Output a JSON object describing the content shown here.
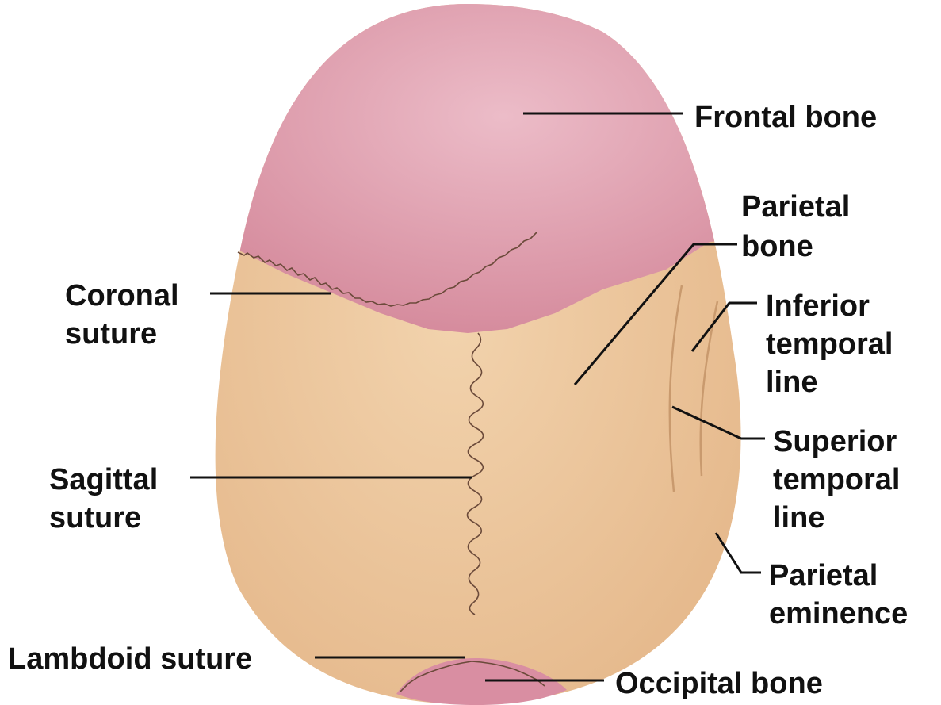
{
  "labels": {
    "frontal_bone": "Frontal bone",
    "parietal_bone": [
      "Parietal",
      "bone"
    ],
    "coronal_suture": [
      "Coronal",
      "suture"
    ],
    "inferior_temporal_line": [
      "Inferior",
      "temporal",
      "line"
    ],
    "superior_temporal_line": [
      "Superior",
      "temporal",
      "line"
    ],
    "sagittal_suture": [
      "Sagittal",
      "suture"
    ],
    "parietal_eminence": [
      "Parietal",
      "eminence"
    ],
    "lambdoid_suture": "Lambdoid suture",
    "occipital_bone": "Occipital bone"
  },
  "colors": {
    "frontal": "#d4889a",
    "frontal_light": "#ecbcc8",
    "parietal": "#e3b486",
    "parietal_light": "#f2d3ad",
    "occipital": "#d98ea2",
    "suture": "#6b4a3a",
    "text": "#111111"
  }
}
